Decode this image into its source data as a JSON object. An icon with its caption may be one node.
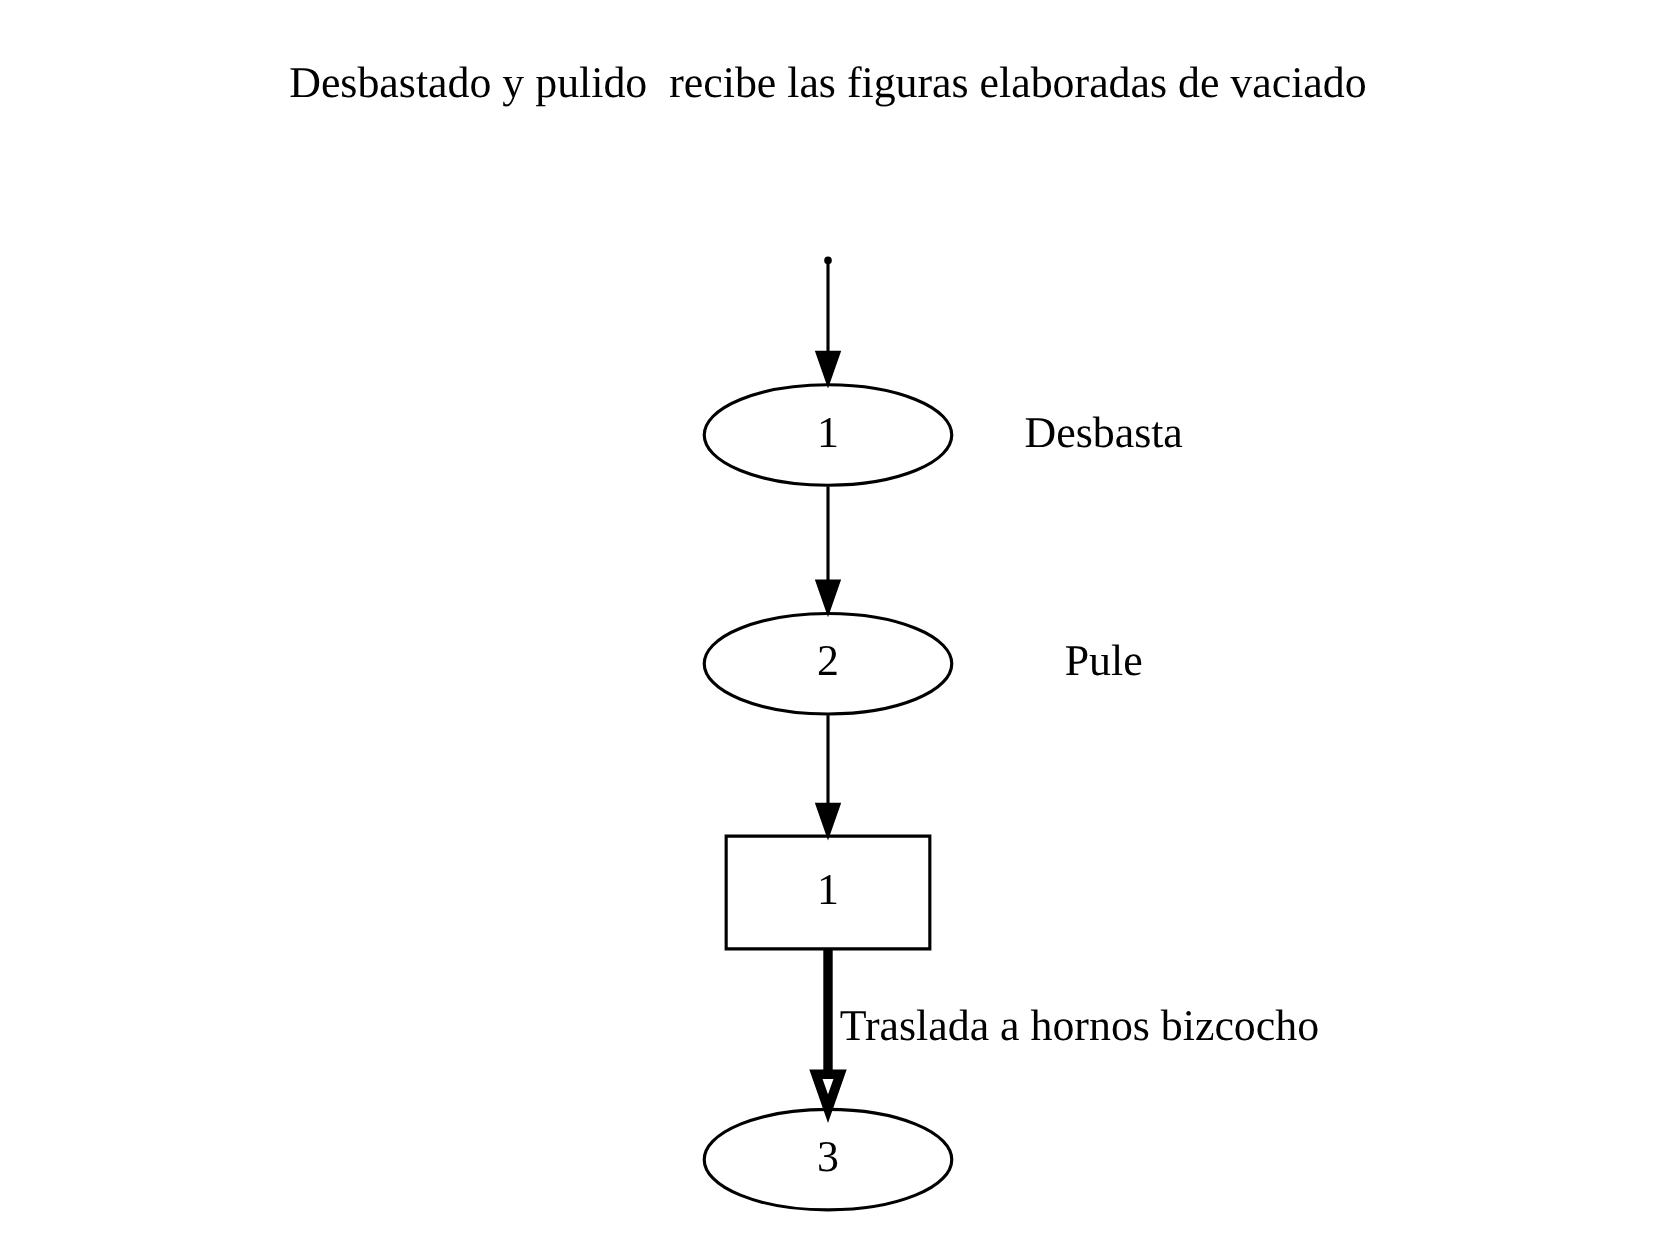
{
  "diagram": {
    "nodes": [
      {
        "text": [
          "1"
        ],
        "beside": [
          "Desbasta"
        ]
      },
      {
        "text": [
          "2"
        ],
        "beside": [
          "Pule"
        ]
      },
      {
        "text": [
          "1"
        ]
      },
      {
        "text": [
          "3"
        ]
      }
    ],
    "edges": [
      {
        "from": null,
        "to": 0,
        "arrow": "to"
      },
      {
        "from": 0,
        "to": 1,
        "arrow": "to"
      },
      {
        "from": 1,
        "to": 2,
        "arrow": "to"
      },
      {
        "from": 2,
        "to": 3,
        "arrow": "to",
        "style": "thick",
        "label": "Traslada a hornos bizcocho"
      }
    ],
    "labels": [
      "Desbastado y pulido  recibe las figuras elaboradas de vaciado"
    ]
  }
}
